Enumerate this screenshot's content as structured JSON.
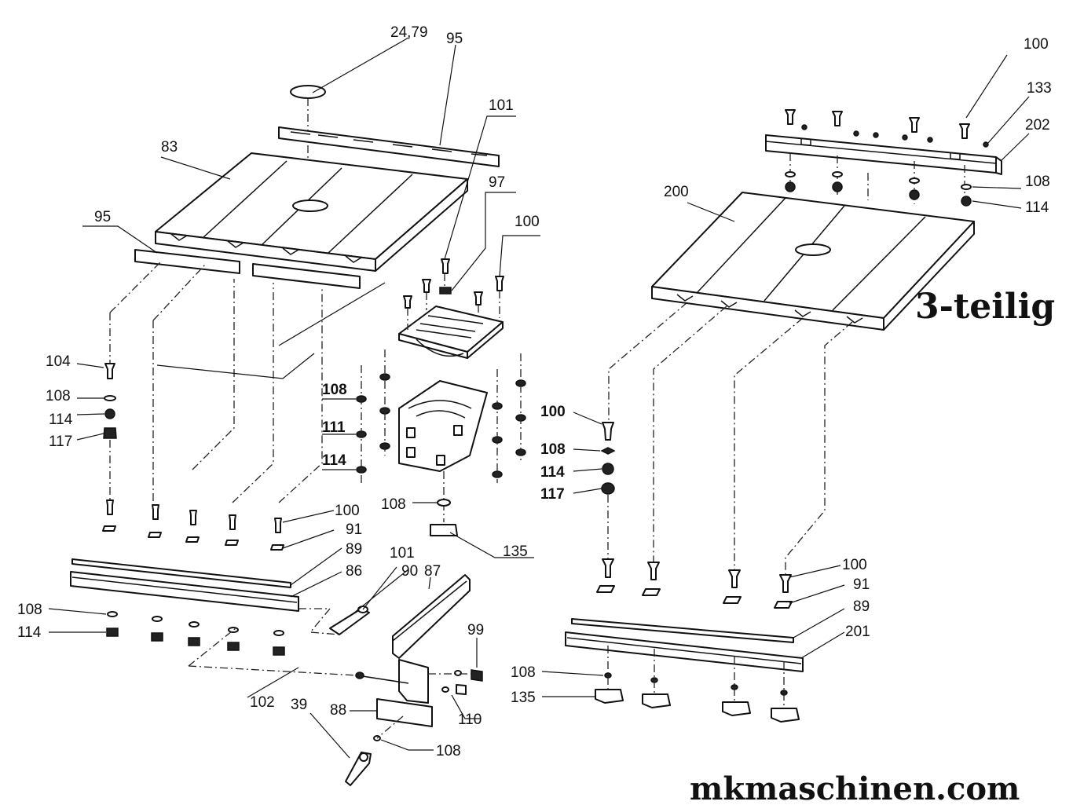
{
  "left_assembly": {
    "callouts": {
      "c_2479": "24,79",
      "c_95_top": "95",
      "c_83": "83",
      "c_101_top": "101",
      "c_97": "97",
      "c_95_left": "95",
      "c_100_top": "100",
      "c_104": "104",
      "c_108_a": "108",
      "c_114_a": "114",
      "c_117": "117",
      "c_108_b": "108",
      "c_111": "111",
      "c_114_b": "114",
      "c_108_c": "108",
      "c_135": "135",
      "c_100_mid": "100",
      "c_91": "91",
      "c_89": "89",
      "c_86": "86",
      "c_101_bot": "101",
      "c_90": "90",
      "c_87": "87",
      "c_108_d": "108",
      "c_114_d": "114",
      "c_99": "99",
      "c_102": "102",
      "c_39": "39",
      "c_88": "88",
      "c_110": "110",
      "c_108_e": "108"
    }
  },
  "right_assembly": {
    "callouts": {
      "c_100_top": "100",
      "c_133": "133",
      "c_202": "202",
      "c_108_top": "108",
      "c_114_top": "114",
      "c_200": "200",
      "c_100_left": "100",
      "c_108_left": "108",
      "c_114_left": "114",
      "c_117_left": "117",
      "c_100_low": "100",
      "c_91": "91",
      "c_89": "89",
      "c_201": "201",
      "c_108_bot": "108",
      "c_135": "135"
    }
  },
  "variant_label": "3-teilig",
  "website": "mkmaschinen.com"
}
